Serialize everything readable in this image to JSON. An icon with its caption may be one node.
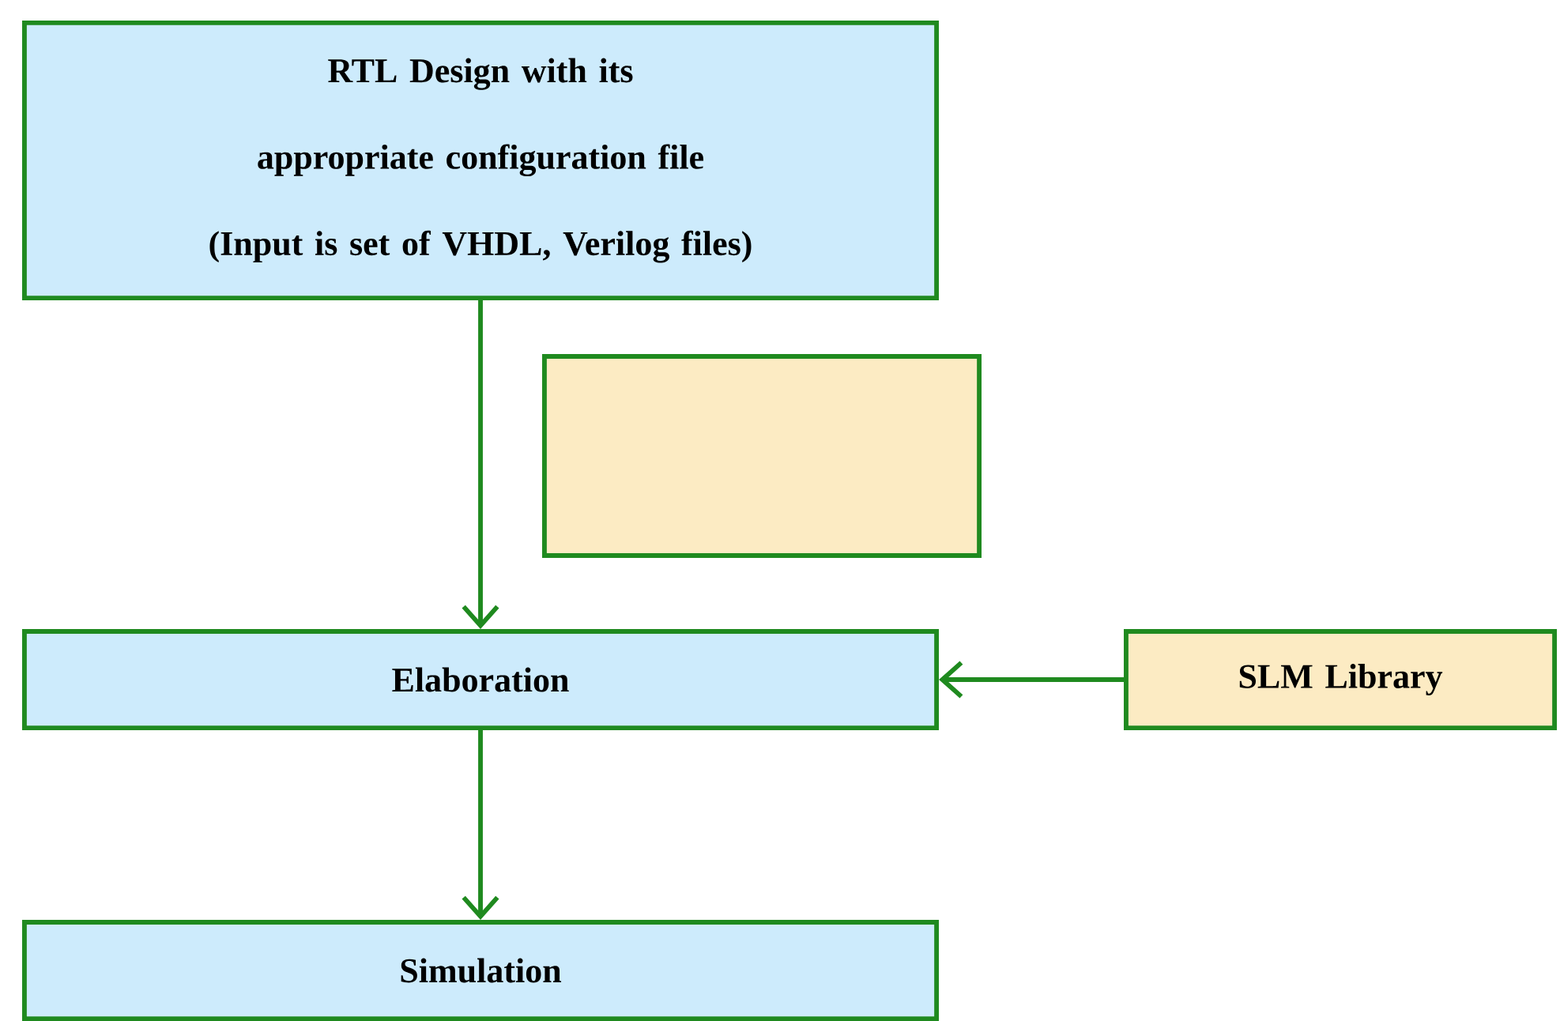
{
  "diagram": {
    "nodes": [
      {
        "text": [
          "RTL Design with its appropriate configuration file",
          "(Input is set of VHDL, Verilog files)"
        ]
      },
      {
        "text": [],
        "shape": "box"
      },
      {
        "text": [
          "Elaboration"
        ]
      },
      {
        "text": [
          "SLM Library"
        ]
      },
      {
        "text": [
          "Simulation"
        ]
      }
    ],
    "edges": [
      {
        "from": 0,
        "to": 2,
        "arrow": "to"
      },
      {
        "from": 3,
        "to": 2,
        "arrow": "to"
      },
      {
        "from": 2,
        "to": 4,
        "arrow": "to"
      }
    ]
  }
}
